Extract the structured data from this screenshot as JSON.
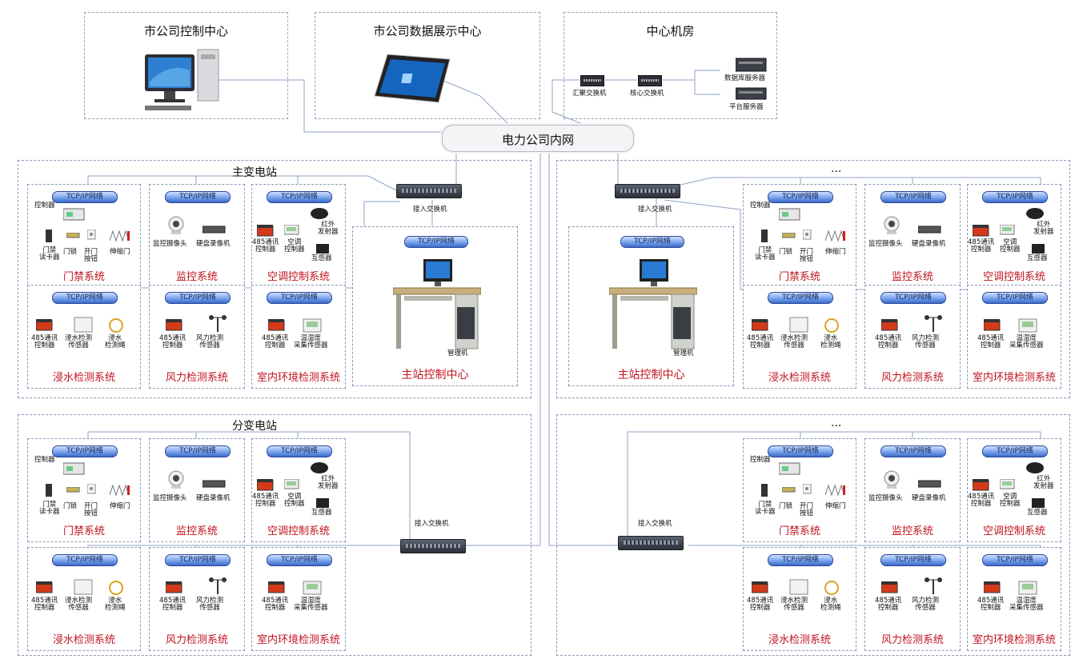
{
  "top": {
    "city_control": "市公司控制中心",
    "city_display": "市公司数据展示中心",
    "datacenter": "中心机房",
    "agg_switch": "汇聚交换机",
    "core_switch": "核心交换机",
    "db_server": "数据库服务器",
    "platform_server": "平台服务器",
    "network": "电力公司内网"
  },
  "common": {
    "tcp": "TCP/IP网络",
    "access_switch": "接入交换机",
    "controller": "控制器",
    "card_reader": "门禁\n读卡器",
    "door_lock": "门锁",
    "door_button": "开门\n按钮",
    "gate": "伸缩门",
    "camera": "监控摄像头",
    "nvr": "硬盘录像机",
    "c485": "485通讯\n控制器",
    "ac_ctrl": "空调\n控制器",
    "ir": "红外\n发射器",
    "mutual": "互感器",
    "water_sensor": "浸水检测\n传感器",
    "water_rope": "浸水\n检测绳",
    "wind_sensor": "风力检测\n传感器",
    "temp_sensor": "温湿度\n采集传感器",
    "pc": "管理机",
    "ellipsis": "..."
  },
  "systems": {
    "access": "门禁系统",
    "monitor": "监控系统",
    "ac": "空调控制系统",
    "water": "浸水检测系统",
    "wind": "风力检测系统",
    "indoor": "室内环境检测系统",
    "main_ctrl": "主站控制中心"
  },
  "stations": {
    "main": "主变电站",
    "branch": "分变电站"
  },
  "colors": {
    "accent_red": "#c0141e",
    "pill_blue": "#3a69c8",
    "dashed": "#8e96b8"
  }
}
